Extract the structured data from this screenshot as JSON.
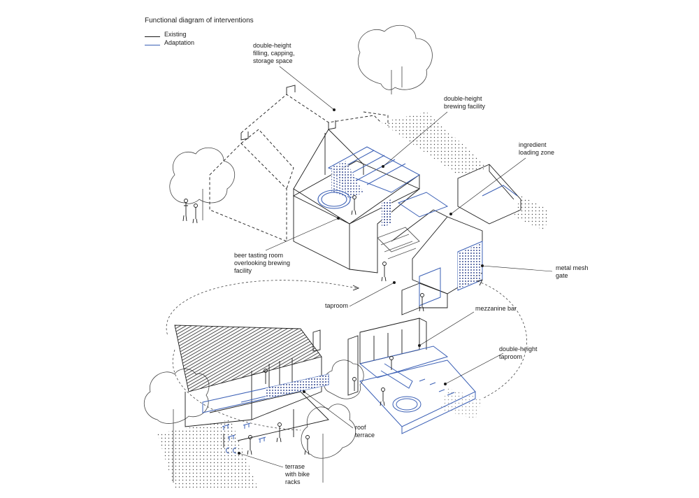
{
  "title": "Functional diagram of interventions",
  "legend": [
    {
      "label": "Existing",
      "color": "#1a1a1a"
    },
    {
      "label": "Adaptation",
      "color": "#3a5fb5"
    }
  ],
  "labels": {
    "storage": "double-height\nfilling, capping,\nstorage space",
    "brewing": "double-height\nbrewing facility",
    "loading": "ingredient\nloading zone",
    "tasting": "beer tasting room\noverlooking brewing\nfacility",
    "mesh_gate": "metal mesh\ngate",
    "taproom": "taproom",
    "mezzanine": "mezzanine bar",
    "dh_taproom": "double-height\ntaproom",
    "roof_terrace": "roof\nterrace",
    "terrase": "terrase\nwith bike\nracks"
  },
  "colors": {
    "line": "#1a1a1a",
    "accent": "#3a5fb5",
    "dots": "#333333"
  }
}
